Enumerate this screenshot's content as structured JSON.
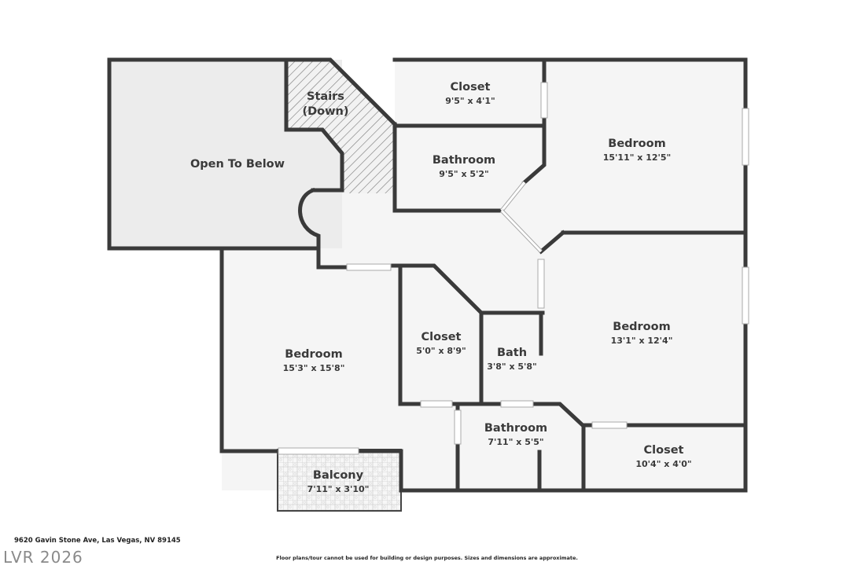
{
  "rooms": {
    "open_to_below": {
      "name": "Open To Below"
    },
    "stairs": {
      "name_line1": "Stairs",
      "name_line2": "(Down)"
    },
    "closet_top": {
      "name": "Closet",
      "dims": "9'5\" x 4'1\""
    },
    "bathroom_top": {
      "name": "Bathroom",
      "dims": "9'5\" x 5'2\""
    },
    "bedroom_top_right": {
      "name": "Bedroom",
      "dims": "15'11\" x 12'5\""
    },
    "bedroom_left": {
      "name": "Bedroom",
      "dims": "15'3\" x 15'8\""
    },
    "closet_middle": {
      "name": "Closet",
      "dims": "5'0\" x 8'9\""
    },
    "bath": {
      "name": "Bath",
      "dims": "3'8\" x 5'8\""
    },
    "bedroom_right": {
      "name": "Bedroom",
      "dims": "13'1\" x 12'4\""
    },
    "bathroom_bottom": {
      "name": "Bathroom",
      "dims": "7'11\" x 5'5\""
    },
    "closet_bottom": {
      "name": "Closet",
      "dims": "10'4\" x 4'0\""
    },
    "balcony": {
      "name": "Balcony",
      "dims": "7'11\" x 3'10\""
    }
  },
  "footer": {
    "address": "9620 Gavin Stone Ave, Las Vegas, NV 89145",
    "watermark": "LVR 2026",
    "disclaimer": "Floor plans/tour cannot be used for building or design purposes. Sizes and dimensions are approximate."
  },
  "colors": {
    "wall": "#3a3a3a",
    "floor": "#f5f5f5",
    "open_to_below": "#ececec",
    "window": "#ffffff"
  }
}
